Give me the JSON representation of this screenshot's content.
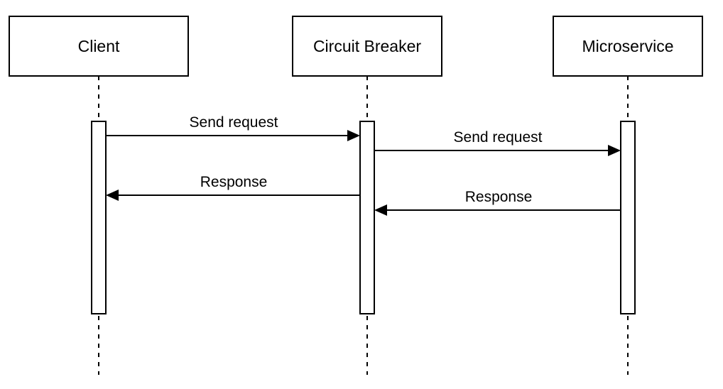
{
  "participants": [
    {
      "label": "Client"
    },
    {
      "label": "Circuit Breaker"
    },
    {
      "label": "Microservice"
    }
  ],
  "messages": [
    {
      "label": "Send request",
      "from": "Client",
      "to": "Circuit Breaker"
    },
    {
      "label": "Send request",
      "from": "Circuit Breaker",
      "to": "Microservice"
    },
    {
      "label": "Response",
      "from": "Circuit Breaker",
      "to": "Client"
    },
    {
      "label": "Response",
      "from": "Microservice",
      "to": "Circuit Breaker"
    }
  ]
}
